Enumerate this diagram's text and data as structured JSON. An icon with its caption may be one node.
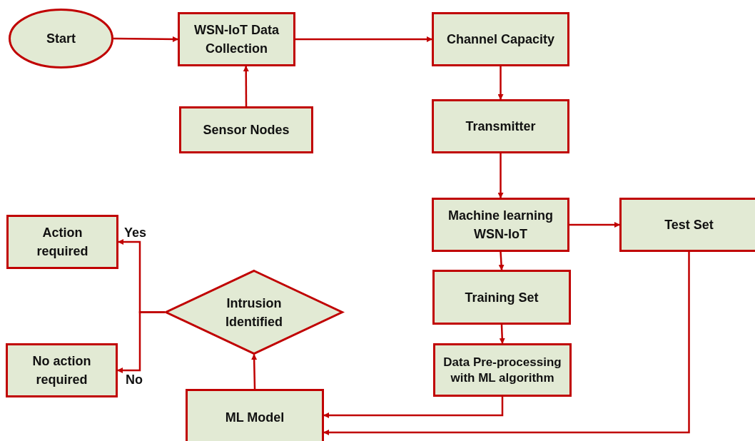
{
  "diagram": {
    "nodes": [
      {
        "text": [
          "Start"
        ]
      },
      {
        "text": [
          "WSN-IoT Data Collection"
        ]
      },
      {
        "text": [
          "Sensor Nodes"
        ]
      },
      {
        "text": [
          "Channel Capacity"
        ]
      },
      {
        "text": [
          "Transmitter"
        ]
      },
      {
        "text": [
          "Machine learning WSN-IoT"
        ]
      },
      {
        "text": [
          "Test Set"
        ]
      },
      {
        "text": [
          "Training Set"
        ]
      },
      {
        "text": [
          "Data Pre-processing with ML algorithm"
        ]
      },
      {
        "text": [
          "ML Model"
        ]
      },
      {
        "text": [
          "Intrusion Identified"
        ]
      },
      {
        "text": [
          "Action required"
        ]
      },
      {
        "text": [
          "No action required"
        ]
      }
    ],
    "edges": [
      {
        "from": 0,
        "to": 1,
        "arrow": "to"
      },
      {
        "from": 2,
        "to": 1,
        "arrow": "to"
      },
      {
        "from": 1,
        "to": 3,
        "arrow": "to"
      },
      {
        "from": 3,
        "to": 4,
        "arrow": "to"
      },
      {
        "from": 4,
        "to": 5,
        "arrow": "to"
      },
      {
        "from": 5,
        "to": 6,
        "arrow": "to"
      },
      {
        "from": 5,
        "to": 7,
        "arrow": "to"
      },
      {
        "from": 7,
        "to": 8,
        "arrow": "to"
      },
      {
        "from": 8,
        "to": 9,
        "arrow": "to"
      },
      {
        "from": 6,
        "to": 9,
        "arrow": "to"
      },
      {
        "from": 9,
        "to": 10,
        "arrow": "to"
      },
      {
        "from": 10,
        "to": 11,
        "arrow": "to",
        "label": "Yes"
      },
      {
        "from": 10,
        "to": 12,
        "arrow": "to",
        "label": "No"
      }
    ]
  }
}
